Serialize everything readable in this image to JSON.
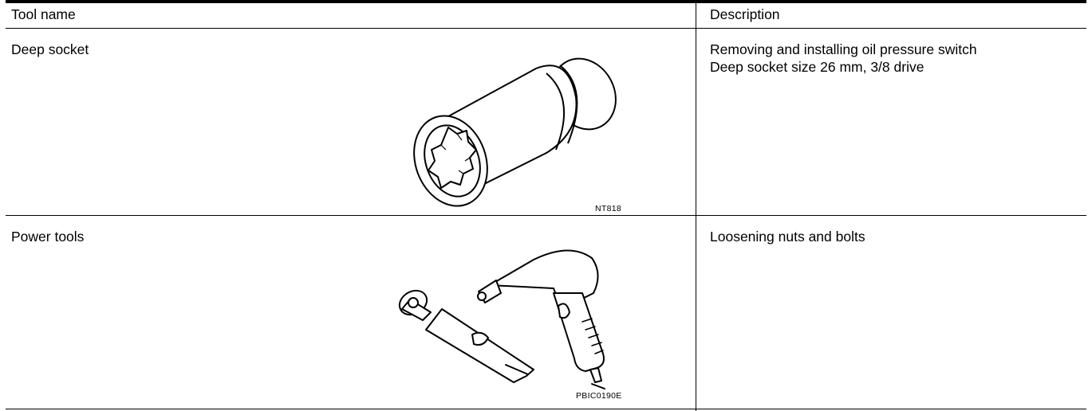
{
  "table": {
    "headers": {
      "tool_name": "Tool name",
      "description": "Description"
    },
    "rows": [
      {
        "tool_name": "Deep socket",
        "description": [
          "Removing and installing oil pressure switch",
          "Deep socket size 26 mm, 3/8 drive"
        ],
        "figure_code": "NT818",
        "figure_icon": "deep-socket-icon"
      },
      {
        "tool_name": "Power tools",
        "description": [
          "Loosening nuts and bolts"
        ],
        "figure_code": "PBIC0190E",
        "figure_icon": "power-tools-icon"
      }
    ]
  }
}
